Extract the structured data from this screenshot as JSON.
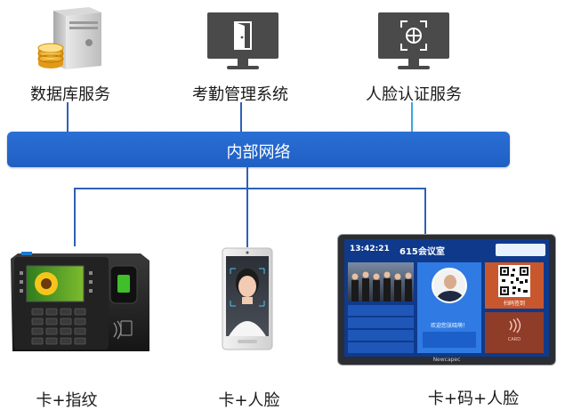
{
  "servers": [
    {
      "label": "数据库服务",
      "icon": "database-server-icon"
    },
    {
      "label": "考勤管理系统",
      "icon": "door-monitor-icon"
    },
    {
      "label": "人脸认证服务",
      "icon": "face-scan-monitor-icon"
    }
  ],
  "network": {
    "label": "内部网络"
  },
  "devices": [
    {
      "caption": "卡+指纹",
      "icon": "fingerprint-terminal-icon"
    },
    {
      "caption": "卡+人脸",
      "icon": "face-terminal-icon"
    },
    {
      "caption": "卡+码+人脸",
      "icon": "meeting-panel-icon"
    }
  ],
  "panel": {
    "time": "13:42:21",
    "room": "615会议室",
    "welcome": "欢迎您张晓萌！",
    "scan_hint": "扫码签到",
    "card_hint": "CARD",
    "brand": "Newcapec"
  },
  "colors": {
    "network": "#1f5fc4",
    "line": "#2e61b8",
    "cyan_line": "#37a8e0",
    "monitor": "#4a4a4a"
  }
}
